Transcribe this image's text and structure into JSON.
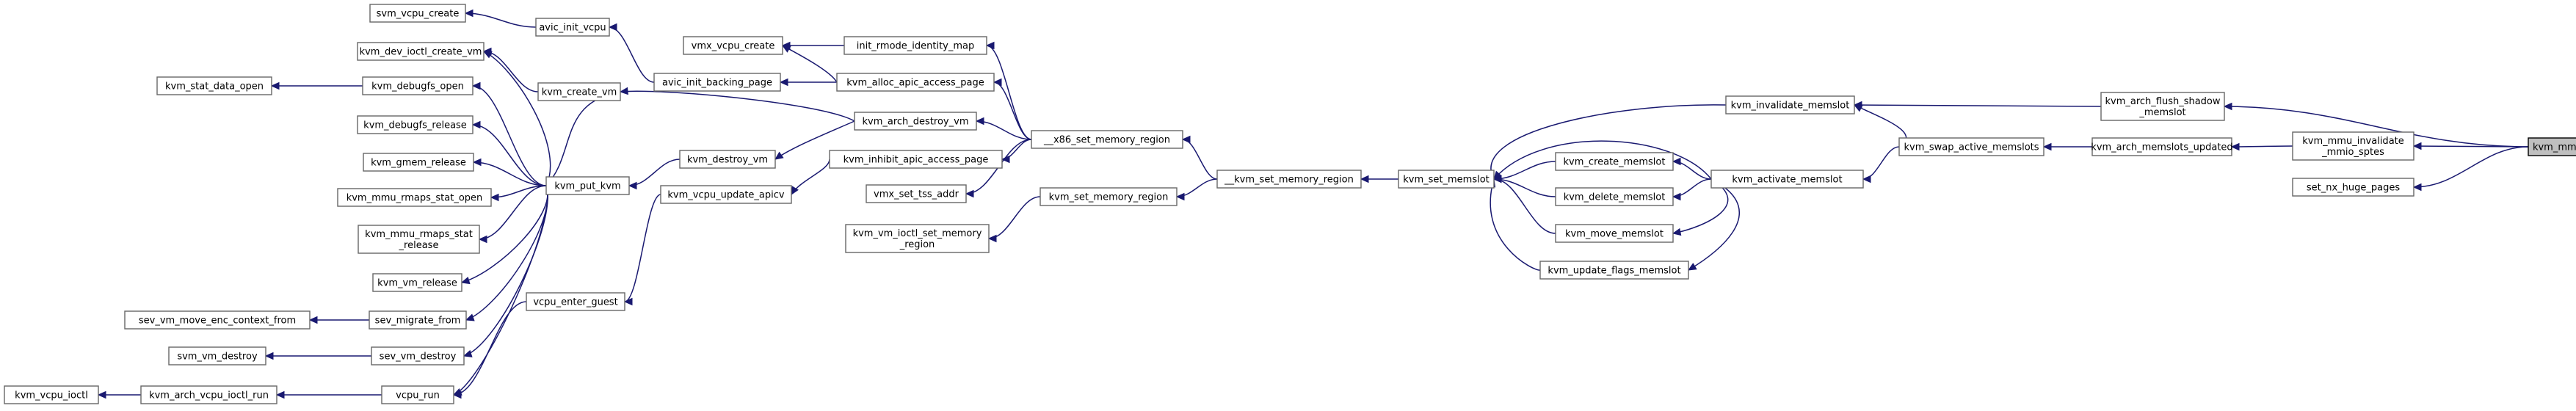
{
  "title": "kvm_mmu_zap_all_fast call graph",
  "colors": {
    "edge": "#191970",
    "root_fill": "#bfbfbf",
    "node_border": "#666666"
  },
  "nodes": {
    "kvm_mmu_zap_all_fast": [
      "kvm_mmu_zap_all_fast"
    ],
    "kvm_arch_flush_shadow_memslot": [
      "kvm_arch_flush_shadow",
      "_memslot"
    ],
    "kvm_mmu_invalidate_mmio_sptes": [
      "kvm_mmu_invalidate",
      "_mmio_sptes"
    ],
    "set_nx_huge_pages": [
      "set_nx_huge_pages"
    ],
    "kvm_invalidate_memslot": [
      "kvm_invalidate_memslot"
    ],
    "kvm_arch_memslots_updated": [
      "kvm_arch_memslots_updated"
    ],
    "kvm_swap_active_memslots": [
      "kvm_swap_active_memslots"
    ],
    "kvm_activate_memslot": [
      "kvm_activate_memslot"
    ],
    "kvm_set_memslot": [
      "kvm_set_memslot"
    ],
    "kvm_create_memslot": [
      "kvm_create_memslot"
    ],
    "kvm_delete_memslot": [
      "kvm_delete_memslot"
    ],
    "kvm_move_memslot": [
      "kvm_move_memslot"
    ],
    "kvm_update_flags_memslot": [
      "kvm_update_flags_memslot"
    ],
    "__kvm_set_memory_region": [
      "__kvm_set_memory_region"
    ],
    "__x86_set_memory_region": [
      "__x86_set_memory_region"
    ],
    "kvm_set_memory_region": [
      "kvm_set_memory_region"
    ],
    "kvm_vm_ioctl_set_memory_region": [
      "kvm_vm_ioctl_set_memory",
      "_region"
    ],
    "init_rmode_identity_map": [
      "init_rmode_identity_map"
    ],
    "kvm_alloc_apic_access_page": [
      "kvm_alloc_apic_access_page"
    ],
    "kvm_arch_destroy_vm": [
      "kvm_arch_destroy_vm"
    ],
    "kvm_inhibit_apic_access_page": [
      "kvm_inhibit_apic_access_page"
    ],
    "vmx_set_tss_addr": [
      "vmx_set_tss_addr"
    ],
    "vmx_vcpu_create": [
      "vmx_vcpu_create"
    ],
    "avic_init_backing_page": [
      "avic_init_backing_page"
    ],
    "avic_init_vcpu": [
      "avic_init_vcpu"
    ],
    "svm_vcpu_create": [
      "svm_vcpu_create"
    ],
    "kvm_create_vm": [
      "kvm_create_vm"
    ],
    "kvm_dev_ioctl_create_vm": [
      "kvm_dev_ioctl_create_vm"
    ],
    "kvm_destroy_vm": [
      "kvm_destroy_vm"
    ],
    "kvm_put_kvm": [
      "kvm_put_kvm"
    ],
    "kvm_debugfs_open": [
      "kvm_debugfs_open"
    ],
    "kvm_stat_data_open": [
      "kvm_stat_data_open"
    ],
    "kvm_debugfs_release": [
      "kvm_debugfs_release"
    ],
    "kvm_gmem_release": [
      "kvm_gmem_release"
    ],
    "kvm_mmu_rmaps_stat_open": [
      "kvm_mmu_rmaps_stat_open"
    ],
    "kvm_mmu_rmaps_stat_release": [
      "kvm_mmu_rmaps_stat",
      "_release"
    ],
    "kvm_vm_release": [
      "kvm_vm_release"
    ],
    "sev_migrate_from": [
      "sev_migrate_from"
    ],
    "sev_vm_move_enc_context_from": [
      "sev_vm_move_enc_context_from"
    ],
    "sev_vm_destroy": [
      "sev_vm_destroy"
    ],
    "svm_vm_destroy": [
      "svm_vm_destroy"
    ],
    "kvm_vcpu_update_apicv": [
      "kvm_vcpu_update_apicv"
    ],
    "vcpu_enter_guest": [
      "vcpu_enter_guest"
    ],
    "vcpu_run": [
      "vcpu_run"
    ],
    "kvm_arch_vcpu_ioctl_run": [
      "kvm_arch_vcpu_ioctl_run"
    ],
    "kvm_vcpu_ioctl": [
      "kvm_vcpu_ioctl"
    ]
  },
  "edges": [
    [
      "kvm_arch_flush_shadow_memslot",
      "kvm_mmu_zap_all_fast"
    ],
    [
      "kvm_mmu_invalidate_mmio_sptes",
      "kvm_mmu_zap_all_fast"
    ],
    [
      "set_nx_huge_pages",
      "kvm_mmu_zap_all_fast"
    ],
    [
      "kvm_invalidate_memslot",
      "kvm_arch_flush_shadow_memslot"
    ],
    [
      "kvm_arch_memslots_updated",
      "kvm_mmu_invalidate_mmio_sptes"
    ],
    [
      "kvm_swap_active_memslots",
      "kvm_arch_memslots_updated"
    ],
    [
      "kvm_invalidate_memslot",
      "kvm_swap_active_memslots"
    ],
    [
      "kvm_activate_memslot",
      "kvm_swap_active_memslots"
    ],
    [
      "kvm_set_memslot",
      "kvm_invalidate_memslot"
    ],
    [
      "kvm_set_memslot",
      "kvm_activate_memslot"
    ],
    [
      "kvm_create_memslot",
      "kvm_activate_memslot"
    ],
    [
      "kvm_delete_memslot",
      "kvm_activate_memslot"
    ],
    [
      "kvm_move_memslot",
      "kvm_activate_memslot"
    ],
    [
      "kvm_update_flags_memslot",
      "kvm_activate_memslot"
    ],
    [
      "kvm_set_memslot",
      "kvm_create_memslot"
    ],
    [
      "kvm_set_memslot",
      "kvm_delete_memslot"
    ],
    [
      "kvm_set_memslot",
      "kvm_move_memslot"
    ],
    [
      "kvm_set_memslot",
      "kvm_update_flags_memslot"
    ],
    [
      "__kvm_set_memory_region",
      "kvm_set_memslot"
    ],
    [
      "__x86_set_memory_region",
      "__kvm_set_memory_region"
    ],
    [
      "kvm_set_memory_region",
      "__kvm_set_memory_region"
    ],
    [
      "kvm_vm_ioctl_set_memory_region",
      "kvm_set_memory_region"
    ],
    [
      "init_rmode_identity_map",
      "__x86_set_memory_region"
    ],
    [
      "kvm_alloc_apic_access_page",
      "__x86_set_memory_region"
    ],
    [
      "kvm_arch_destroy_vm",
      "__x86_set_memory_region"
    ],
    [
      "kvm_inhibit_apic_access_page",
      "__x86_set_memory_region"
    ],
    [
      "vmx_set_tss_addr",
      "__x86_set_memory_region"
    ],
    [
      "vmx_vcpu_create",
      "init_rmode_identity_map"
    ],
    [
      "vmx_vcpu_create",
      "kvm_alloc_apic_access_page"
    ],
    [
      "avic_init_backing_page",
      "kvm_alloc_apic_access_page"
    ],
    [
      "avic_init_vcpu",
      "avic_init_backing_page"
    ],
    [
      "svm_vcpu_create",
      "avic_init_vcpu"
    ],
    [
      "kvm_create_vm",
      "kvm_arch_destroy_vm"
    ],
    [
      "kvm_destroy_vm",
      "kvm_arch_destroy_vm"
    ],
    [
      "kvm_dev_ioctl_create_vm",
      "kvm_create_vm"
    ],
    [
      "kvm_put_kvm",
      "kvm_destroy_vm"
    ],
    [
      "kvm_debugfs_open",
      "kvm_put_kvm"
    ],
    [
      "kvm_stat_data_open",
      "kvm_debugfs_open"
    ],
    [
      "kvm_dev_ioctl_create_vm",
      "kvm_put_kvm"
    ],
    [
      "kvm_create_vm",
      "kvm_put_kvm"
    ],
    [
      "kvm_debugfs_release",
      "kvm_put_kvm"
    ],
    [
      "kvm_gmem_release",
      "kvm_put_kvm"
    ],
    [
      "kvm_mmu_rmaps_stat_open",
      "kvm_put_kvm"
    ],
    [
      "kvm_mmu_rmaps_stat_release",
      "kvm_put_kvm"
    ],
    [
      "kvm_vm_release",
      "kvm_put_kvm"
    ],
    [
      "sev_migrate_from",
      "kvm_put_kvm"
    ],
    [
      "sev_vm_destroy",
      "kvm_put_kvm"
    ],
    [
      "vcpu_run",
      "kvm_put_kvm"
    ],
    [
      "sev_vm_move_enc_context_from",
      "sev_migrate_from"
    ],
    [
      "svm_vm_destroy",
      "sev_vm_destroy"
    ],
    [
      "kvm_vcpu_update_apicv",
      "kvm_inhibit_apic_access_page"
    ],
    [
      "vcpu_enter_guest",
      "kvm_vcpu_update_apicv"
    ],
    [
      "vcpu_run",
      "vcpu_enter_guest"
    ],
    [
      "kvm_arch_vcpu_ioctl_run",
      "vcpu_run"
    ],
    [
      "kvm_vcpu_ioctl",
      "kvm_arch_vcpu_ioctl_run"
    ]
  ]
}
